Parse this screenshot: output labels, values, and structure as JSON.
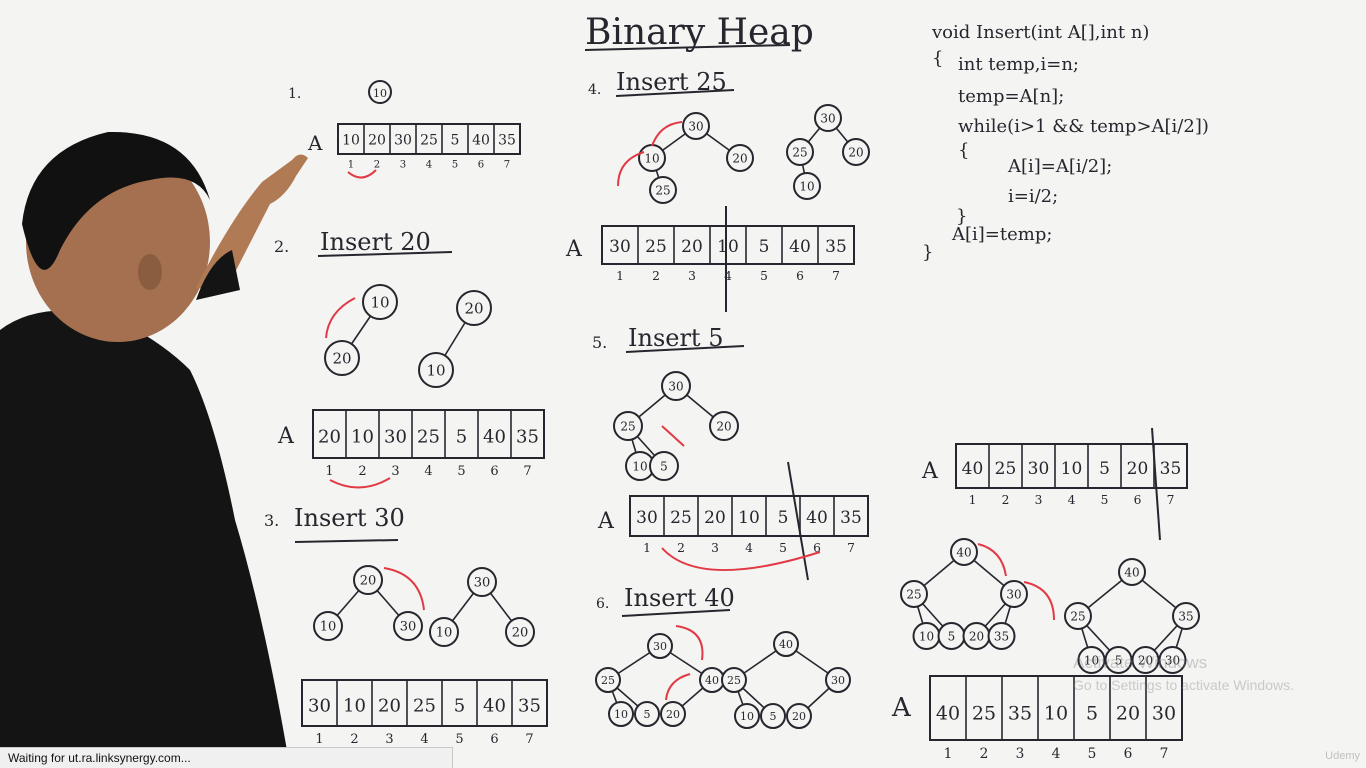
{
  "board": {
    "title": "Binary Heap",
    "code": {
      "lines": [
        "void Insert(int A[],int n)",
        "{",
        "int temp,i=n;",
        "temp=A[n];",
        "while(i>1 && temp>A[i/2])",
        "{",
        "A[i]=A[i/2];",
        "i=i/2;",
        "}",
        "A[i]=temp;",
        "}"
      ]
    },
    "steps": [
      {
        "num": "1.",
        "title": "",
        "root": "10",
        "array": [
          "10",
          "20",
          "30",
          "25",
          "5",
          "40",
          "35"
        ],
        "indices": [
          "1",
          "2",
          "3",
          "4",
          "5",
          "6",
          "7"
        ]
      },
      {
        "num": "2.",
        "title": "Insert 20",
        "trees": [
          [
            "10",
            "20"
          ],
          [
            "20",
            "10"
          ]
        ],
        "array": [
          "20",
          "10",
          "30",
          "25",
          "5",
          "40",
          "35"
        ],
        "indices": [
          "1",
          "2",
          "3",
          "4",
          "5",
          "6",
          "7"
        ]
      },
      {
        "num": "3.",
        "title": "Insert 30",
        "trees": [
          [
            "20",
            "10",
            "30"
          ],
          [
            "30",
            "10",
            "20"
          ]
        ],
        "array": [
          "30",
          "10",
          "20",
          "25",
          "5",
          "40",
          "35"
        ],
        "indices": [
          "1",
          "2",
          "3",
          "4",
          "5",
          "6",
          "7"
        ]
      },
      {
        "num": "4.",
        "title": "Insert 25",
        "trees": [
          [
            "30",
            "10",
            "20",
            "25"
          ],
          [
            "30",
            "25",
            "20",
            "10"
          ]
        ],
        "array": [
          "30",
          "25",
          "20",
          "10",
          "5",
          "40",
          "35"
        ],
        "indices": [
          "1",
          "2",
          "3",
          "4",
          "5",
          "6",
          "7"
        ]
      },
      {
        "num": "5.",
        "title": "Insert 5",
        "trees": [
          [
            "30",
            "25",
            "20",
            "10",
            "5"
          ]
        ],
        "array": [
          "30",
          "25",
          "20",
          "10",
          "5",
          "40",
          "35"
        ],
        "indices": [
          "1",
          "2",
          "3",
          "4",
          "5",
          "6",
          "7"
        ]
      },
      {
        "num": "6.",
        "title": "Insert 40",
        "trees": [
          [
            "30",
            "25",
            "40",
            "10",
            "5",
            "20"
          ],
          [
            "40",
            "25",
            "30",
            "10",
            "5",
            "20"
          ]
        ]
      },
      {
        "num": "",
        "title": "",
        "array": [
          "40",
          "25",
          "30",
          "10",
          "5",
          "20",
          "35"
        ],
        "indices": [
          "1",
          "2",
          "3",
          "4",
          "5",
          "6",
          "7"
        ],
        "trees": [
          [
            "40",
            "25",
            "30",
            "10",
            "5",
            "20",
            "35"
          ],
          [
            "40",
            "25",
            "35",
            "10",
            "5",
            "20",
            "30"
          ]
        ]
      },
      {
        "num": "",
        "title": "",
        "array": [
          "40",
          "25",
          "35",
          "10",
          "5",
          "20",
          "30"
        ],
        "indices": [
          "1",
          "2",
          "3",
          "4",
          "5",
          "6",
          "7"
        ]
      }
    ],
    "array_name": "A"
  },
  "status_bar": {
    "text": "Waiting for ut.ra.linksynergy.com..."
  },
  "watermark": {
    "title": "Activate Windows",
    "subtitle": "Go to Settings to activate Windows."
  },
  "logo": "Udemy",
  "colors": {
    "marker": "#26262e",
    "red_marker": "#e23a45",
    "board": "#f4f4f2",
    "shirt": "#141414",
    "skin": "#b07a55"
  }
}
